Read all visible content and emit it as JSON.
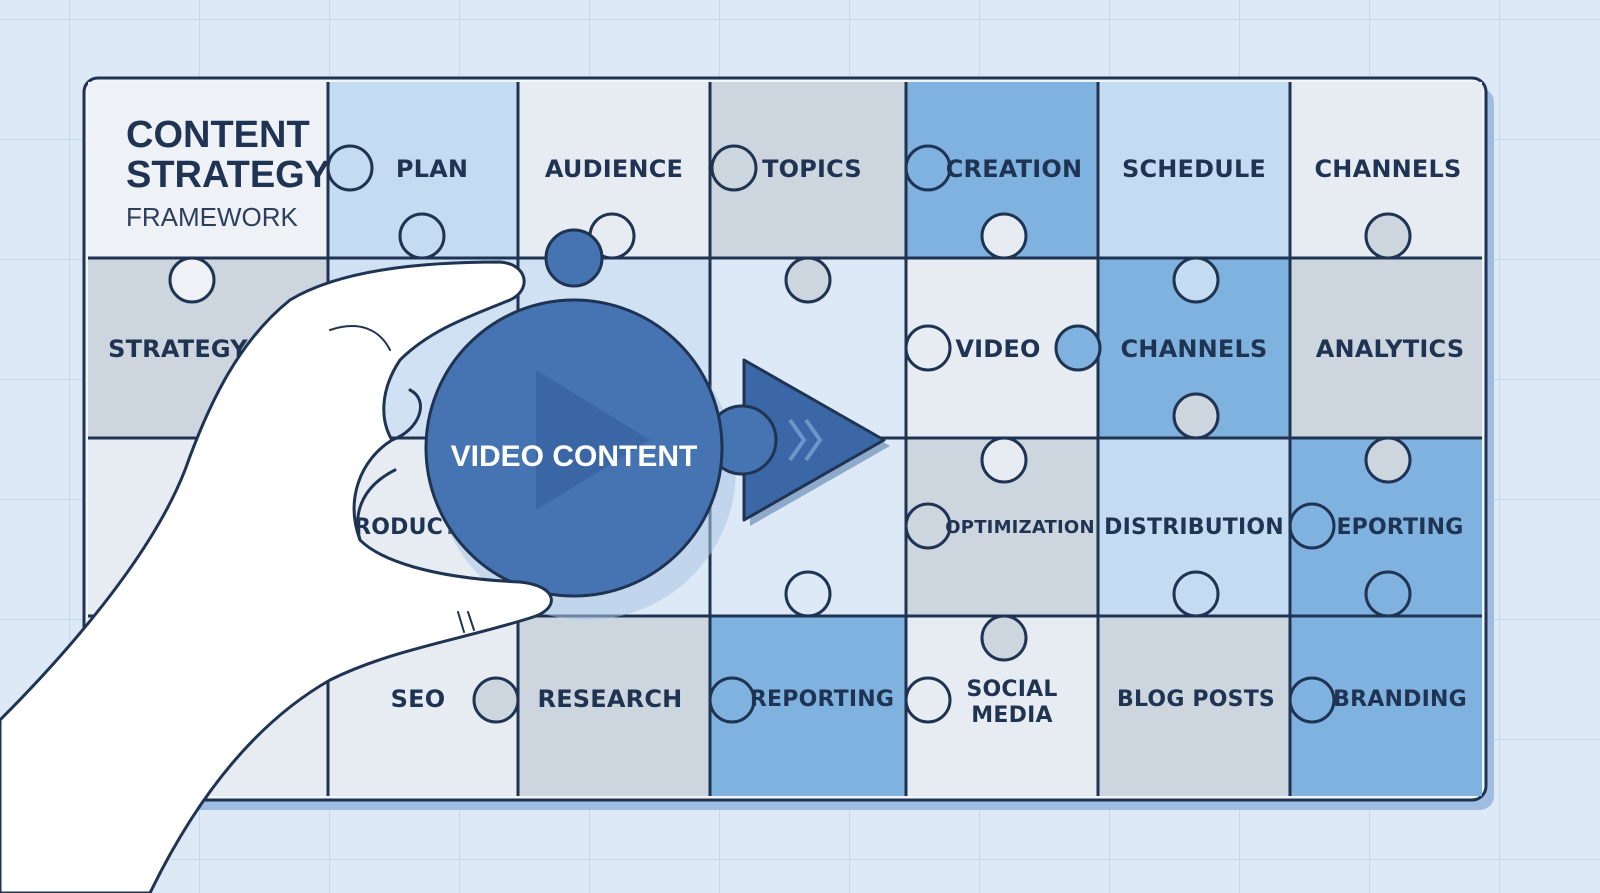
{
  "title": {
    "line1": "CONTENT",
    "line2": "STRATEGY",
    "line3": "FRAMEWORK"
  },
  "pieces": [
    {
      "label": "PLAN",
      "shade": "light"
    },
    {
      "label": "AUDIENCE",
      "shade": "pale"
    },
    {
      "label": "TOPICS",
      "shade": "gray"
    },
    {
      "label": "CREATION",
      "shade": "mid"
    },
    {
      "label": "SCHEDULE",
      "shade": "light"
    },
    {
      "label": "CHANNELS",
      "shade": "pale"
    },
    {
      "label": "STRATEGY",
      "shade": "gray"
    },
    {
      "label": "VIDEO",
      "shade": "pale"
    },
    {
      "label": "CHANNELS",
      "shade": "mid"
    },
    {
      "label": "ANALYTICS",
      "shade": "gray"
    },
    {
      "label": "PRODUCT",
      "shade": "pale"
    },
    {
      "label": "OPTIMIZATION",
      "shade": "gray"
    },
    {
      "label": "DISTRIBUTION",
      "shade": "light"
    },
    {
      "label": "EPORTING",
      "shade": "mid"
    },
    {
      "label": "SEO",
      "shade": "pale"
    },
    {
      "label": "RESEARCH",
      "shade": "gray"
    },
    {
      "label": "REPORTING",
      "shade": "mid"
    },
    {
      "label": "SOCIAL",
      "label2": "MEDIA",
      "shade": "pale"
    },
    {
      "label": "BLOG POSTS",
      "shade": "gray"
    },
    {
      "label": "BRANDING",
      "shade": "mid"
    }
  ],
  "held_piece": {
    "label": "VIDEO CONTENT",
    "icon": "play-icon"
  },
  "arrow_icon": "arrow-right-icon",
  "hand_icon": "hand-icon",
  "colors": {
    "background": "#dde9f6",
    "outline": "#1f3352",
    "pale": "#e7ecf3",
    "light": "#c4dcf1",
    "gray": "#cdd5df",
    "mid": "#7fb2df",
    "held": "#4674b3",
    "held_dark": "#2f5a95"
  }
}
